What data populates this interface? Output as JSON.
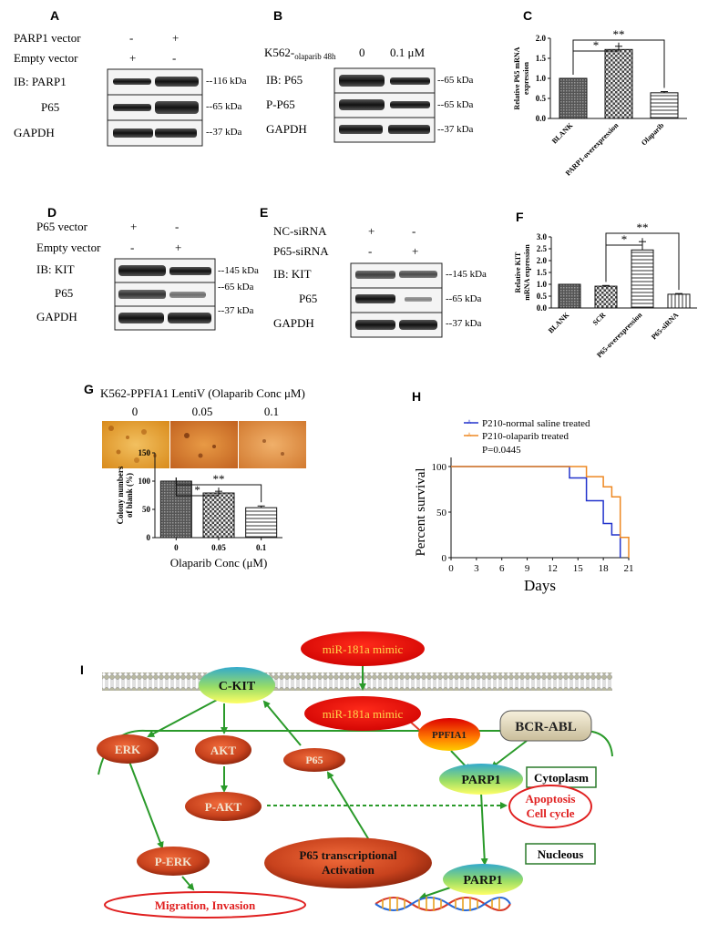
{
  "panel_letters": {
    "A": "A",
    "B": "B",
    "C": "C",
    "D": "D",
    "E": "E",
    "F": "F",
    "G": "G",
    "H": "H",
    "I": "I"
  },
  "panelA": {
    "rows": [
      "PARP1 vector",
      "Empty vector"
    ],
    "signs": [
      [
        "-",
        "+"
      ],
      [
        "+",
        "-"
      ]
    ],
    "blots": [
      "IB: PARP1",
      "P65",
      "GAPDH"
    ],
    "kda": [
      "--116 kDa",
      "--65 kDa",
      "--37 kDa"
    ]
  },
  "panelB": {
    "row_main": "K562-",
    "row_sub": "olaparib 48h",
    "conc": [
      "0",
      "0.1 μM"
    ],
    "blots": [
      "IB: P65",
      "P-P65",
      "GAPDH"
    ],
    "kda": [
      "--65 kDa",
      "--65 kDa",
      "--37 kDa"
    ]
  },
  "panelD": {
    "rows": [
      "P65 vector",
      "Empty vector"
    ],
    "signs": [
      [
        "+",
        "-"
      ],
      [
        "-",
        "+"
      ]
    ],
    "blots": [
      "IB: KIT",
      "P65",
      "GAPDH"
    ],
    "kda": [
      "--145 kDa",
      "--65 kDa",
      "--37 kDa"
    ]
  },
  "panelE": {
    "rows": [
      "NC-siRNA",
      "P65-siRNA"
    ],
    "signs": [
      [
        "+",
        "-"
      ],
      [
        "-",
        "+"
      ]
    ],
    "blots": [
      "IB: KIT",
      "P65",
      "GAPDH"
    ],
    "kda": [
      "--145 kDa",
      "--65 kDa",
      "--37 kDa"
    ]
  },
  "panelG": {
    "title": "K562-PPFIA1 LentiV (Olaparib Conc μM)",
    "photo_labels": [
      "0",
      "0.05",
      "0.1"
    ]
  },
  "chart_data": [
    {
      "id": "C",
      "type": "bar",
      "categories": [
        "BLANK",
        "PARP1-overexpression",
        "Olaparib"
      ],
      "values": [
        1.0,
        1.72,
        0.64
      ],
      "errors": [
        0.0,
        0.08,
        0.03
      ],
      "ylabel_line1": "Relative P65 mRNA",
      "ylabel_line2": "expression",
      "ylim": [
        0,
        2.0
      ],
      "yticks": [
        "0.0",
        "0.5",
        "1.0",
        "1.5",
        "2.0"
      ],
      "significance": [
        "*",
        "**"
      ]
    },
    {
      "id": "F",
      "type": "bar",
      "categories": [
        "BLANK",
        "SCR",
        "P65-overexpression",
        "P65-siRNA"
      ],
      "values": [
        1.0,
        0.92,
        2.45,
        0.58
      ],
      "errors": [
        0.0,
        0.03,
        0.35,
        0.03
      ],
      "ylabel_line1": "Relative KIT",
      "ylabel_line2": "mRNA expression",
      "ylim": [
        0,
        3.0
      ],
      "yticks": [
        "0.0",
        "0.5",
        "1.0",
        "1.5",
        "2.0",
        "2.5",
        "3.0"
      ],
      "significance": [
        "*",
        "**"
      ]
    },
    {
      "id": "G",
      "type": "bar",
      "categories": [
        "0",
        "0.05",
        "0.1"
      ],
      "values": [
        100,
        79,
        53
      ],
      "errors": [
        0,
        3,
        3
      ],
      "ylabel_line1": "Colony numbers",
      "ylabel_line2": "of blank (%)",
      "xlabel": "Olaparib Conc (μM)",
      "ylim": [
        0,
        150
      ],
      "yticks": [
        "0",
        "50",
        "100",
        "150"
      ],
      "significance": [
        "*",
        "**"
      ]
    },
    {
      "id": "H",
      "type": "line",
      "xlabel": "Days",
      "ylabel": "Percent survival",
      "xticks": [
        "0",
        "3",
        "6",
        "9",
        "12",
        "15",
        "18",
        "21"
      ],
      "yticks": [
        "0",
        "50",
        "100"
      ],
      "xlim": [
        0,
        21
      ],
      "ylim": [
        0,
        100
      ],
      "pvalue": "P=0.0445",
      "series": [
        {
          "name": "P210-normal saline treated",
          "color": "#2233cc",
          "x": [
            0,
            14,
            14,
            16,
            16,
            18,
            18,
            19,
            19,
            20,
            20
          ],
          "y": [
            100,
            100,
            87.5,
            87.5,
            62.5,
            62.5,
            37.5,
            37.5,
            25,
            25,
            0
          ]
        },
        {
          "name": "P210-olaparib treated",
          "color": "#ee8822",
          "x": [
            0,
            16,
            16,
            18,
            18,
            19,
            19,
            20,
            20,
            21,
            21
          ],
          "y": [
            100,
            100,
            88.9,
            88.9,
            77.8,
            77.8,
            66.7,
            66.7,
            22.2,
            22.2,
            0
          ]
        }
      ]
    }
  ],
  "diagram": {
    "ckit": "C-KIT",
    "mir_top": "miR-181a mimic",
    "mir_mid": "miR-181a mimic",
    "ppfia1": "PPFIA1",
    "bcr_abl": "BCR-ABL",
    "erk": "ERK",
    "akt": "AKT",
    "p65": "P65",
    "parp1_cyto": "PARP1",
    "cytoplasm": "Cytoplasm",
    "pakt": "P-AKT",
    "apoptosis_1": "Apoptosis",
    "apoptosis_2": "Cell cycle",
    "perk": "P-ERK",
    "p65act_1": "P65 transcriptional",
    "p65act_2": "Activation",
    "nucleous": "Nucleous",
    "parp1_nuc": "PARP1",
    "migration": "Migration, Invasion"
  }
}
